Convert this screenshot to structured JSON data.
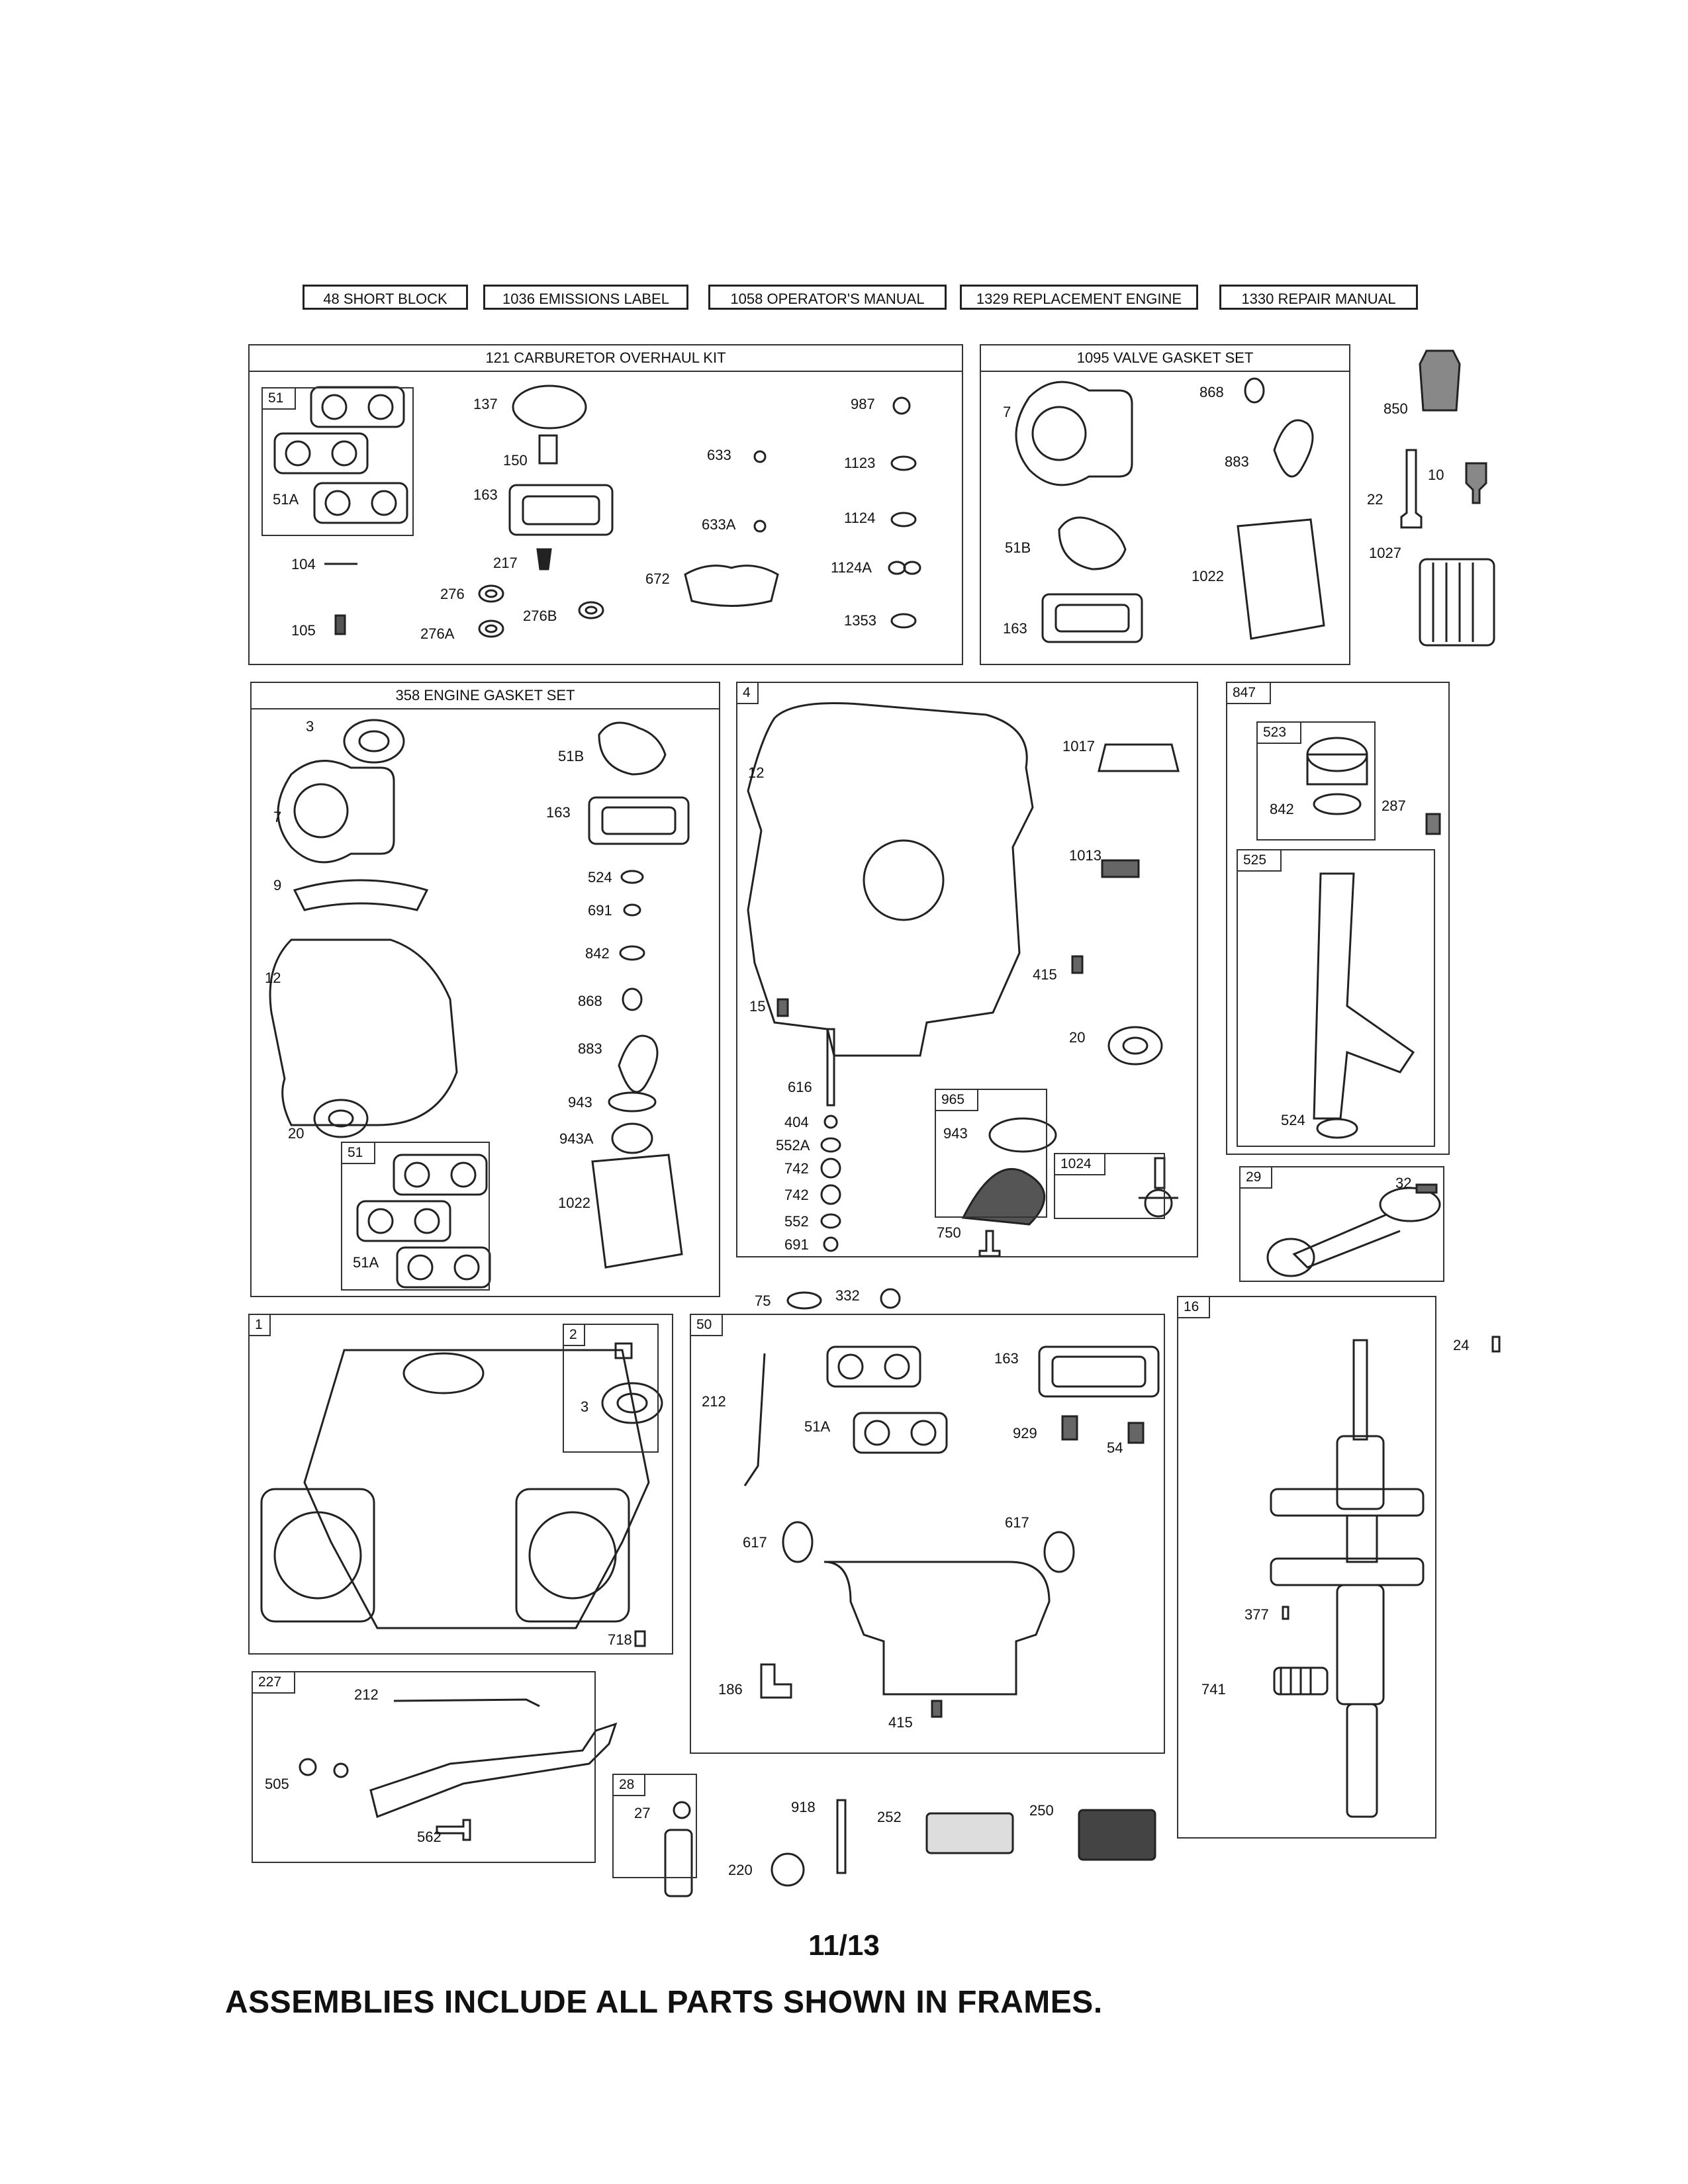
{
  "header_parts": [
    "48 SHORT BLOCK",
    "1036 EMISSIONS LABEL",
    "1058 OPERATOR'S MANUAL",
    "1329 REPLACEMENT ENGINE",
    "1330 REPAIR MANUAL"
  ],
  "frames": {
    "carb_kit": "121 CARBURETOR OVERHAUL KIT",
    "valve_gasket": "1095 VALVE GASKET SET",
    "engine_gasket": "358 ENGINE GASKET SET"
  },
  "tags": {
    "t51a": "51",
    "t4": "4",
    "t847": "847",
    "t523": "523",
    "t525": "525",
    "t51b": "51",
    "t965": "965",
    "t1024": "1024",
    "t29": "29",
    "t1": "1",
    "t2": "2",
    "t50": "50",
    "t16": "16",
    "t227": "227",
    "t28": "28"
  },
  "labels": {
    "c137": "137",
    "c987": "987",
    "c150": "150",
    "c633": "633",
    "c1123": "1123",
    "c163": "163",
    "c633a": "633A",
    "c1124": "1124",
    "c51a": "51A",
    "c104": "104",
    "c217": "217",
    "c672": "672",
    "c1124a": "1124A",
    "c276": "276",
    "c276b": "276B",
    "c105": "105",
    "c276a": "276A",
    "c1353": "1353",
    "v868": "868",
    "v7": "7",
    "v883": "883",
    "v51b": "51B",
    "v1022": "1022",
    "v163": "163",
    "o850": "850",
    "o10": "10",
    "o22": "22",
    "o1027": "1027",
    "e3": "3",
    "e51b": "51B",
    "e7": "7",
    "e163": "163",
    "e9": "9",
    "e524": "524",
    "e691": "691",
    "e12": "12",
    "e842": "842",
    "e868": "868",
    "e883": "883",
    "e943": "943",
    "e20": "20",
    "e943a": "943A",
    "e1022": "1022",
    "e51a": "51A",
    "b12": "12",
    "b1017": "1017",
    "b1013": "1013",
    "b415": "415",
    "b15": "15",
    "b20": "20",
    "b616": "616",
    "b404": "404",
    "b552a": "552A",
    "b742a": "742",
    "b742b": "742",
    "b552": "552",
    "b691": "691",
    "b943": "943",
    "b750": "750",
    "d842": "842",
    "d287": "287",
    "d524": "524",
    "r32": "32",
    "m75": "75",
    "m332": "332",
    "s24": "24",
    "k3": "3",
    "k718": "718",
    "n212": "212",
    "n163": "163",
    "n51a": "51A",
    "n929": "929",
    "n54": "54",
    "n617a": "617",
    "n617b": "617",
    "n186": "186",
    "n415": "415",
    "s377": "377",
    "s741": "741",
    "g212": "212",
    "g505": "505",
    "g562": "562",
    "p27": "27",
    "p918": "918",
    "p252": "252",
    "p250": "250",
    "p220": "220"
  },
  "page_number": "11/13",
  "footer_note": "ASSEMBLIES INCLUDE ALL PARTS SHOWN IN FRAMES."
}
